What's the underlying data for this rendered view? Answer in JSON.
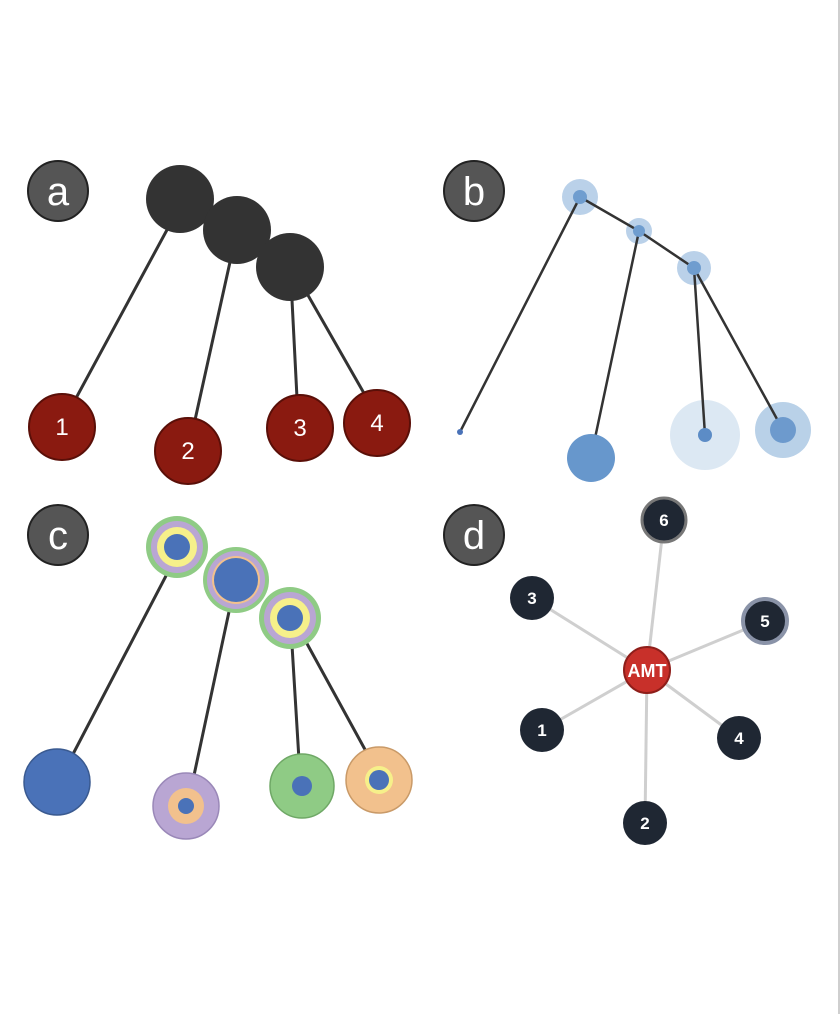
{
  "panels": {
    "a": {
      "badge": "a",
      "leaf_labels": [
        "1",
        "2",
        "3",
        "4"
      ]
    },
    "b": {
      "badge": "b"
    },
    "c": {
      "badge": "c"
    },
    "d": {
      "badge": "d",
      "center_label": "AMT",
      "node_labels": [
        "3",
        "6",
        "5",
        "1",
        "4",
        "2"
      ]
    }
  },
  "colors": {
    "badge": "#555555",
    "internal_node": "#333333",
    "leaf_red": "#8a1a10",
    "blue": "#4a72b8",
    "light_blue": "#a9c6e3",
    "purple": "#b9a6d3",
    "orange": "#f2c18d",
    "green": "#8fcb85",
    "yellow": "#f6f08a",
    "d_node": "#1f2733",
    "amt_red": "#c8302a"
  }
}
